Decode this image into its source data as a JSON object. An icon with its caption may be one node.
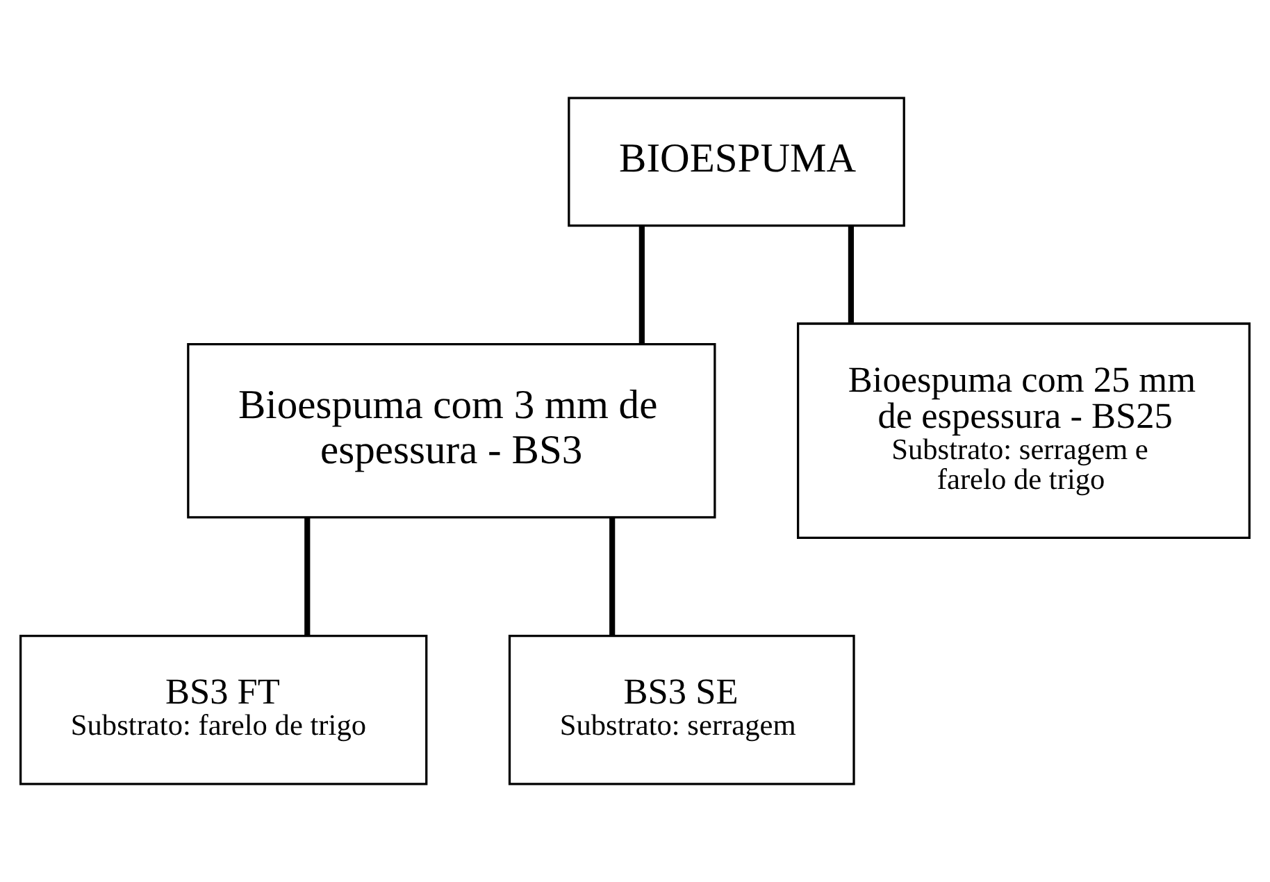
{
  "diagram": {
    "nodes": [
      {
        "text": [
          "BIOESPUMA"
        ]
      },
      {
        "text": [
          "Bioespuma com 3 mm de espessura - BS3"
        ]
      },
      {
        "text": [
          "Bioespuma com 25 mm de espessura - BS25",
          "Substrato: serragem e farelo de trigo"
        ]
      },
      {
        "text": [
          "BS3 FT",
          "Substrato: farelo de trigo"
        ]
      },
      {
        "text": [
          "BS3 SE",
          "Substrato: serragem"
        ]
      }
    ],
    "edges": [
      {
        "from": 0,
        "to": 1,
        "arrow": "none"
      },
      {
        "from": 0,
        "to": 2,
        "arrow": "none"
      },
      {
        "from": 1,
        "to": 3,
        "arrow": "none"
      },
      {
        "from": 1,
        "to": 4,
        "arrow": "none"
      }
    ]
  }
}
